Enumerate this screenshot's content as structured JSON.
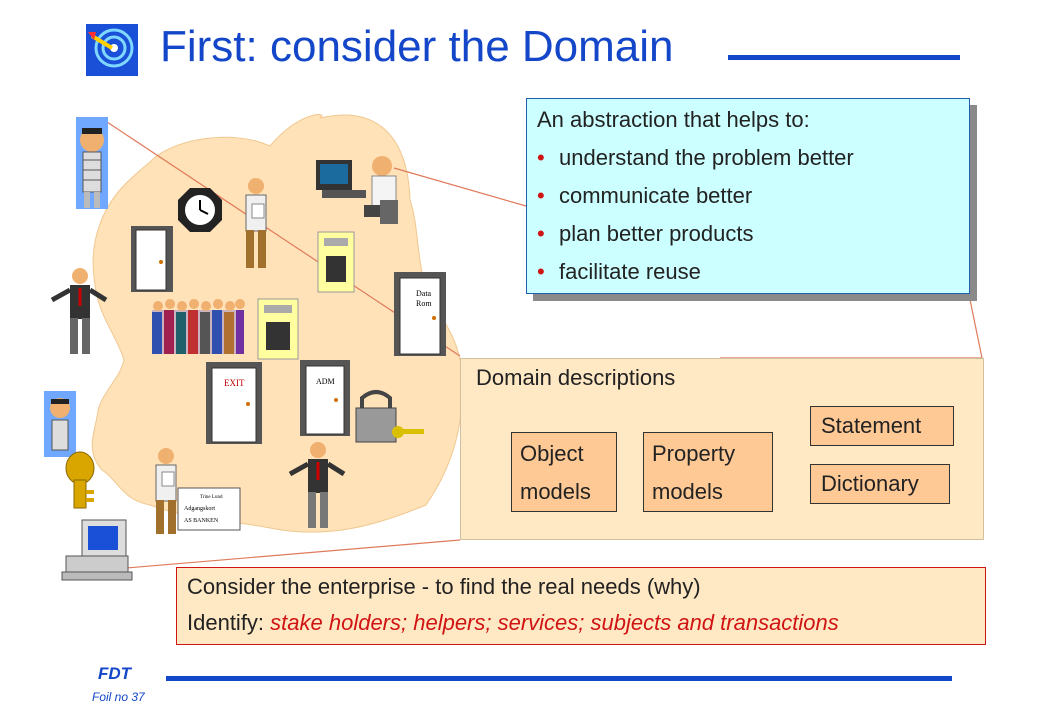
{
  "slide": {
    "title": "First: consider the Domain",
    "abstraction": {
      "heading": "An abstraction that helps to:",
      "bullets": [
        "understand the problem better",
        "communicate better",
        "plan better products",
        "facilitate reuse"
      ]
    },
    "domain": {
      "title": "Domain descriptions",
      "object_models": [
        "Object",
        "models"
      ],
      "property_models": [
        "Property",
        "models"
      ],
      "statement": "Statement",
      "dictionary": "Dictionary"
    },
    "enterprise": {
      "line1": "Consider the enterprise - to find the real needs (why)",
      "line2_prefix": "Identify: ",
      "line2_items": "stake holders; helpers; services; subjects and transactions"
    },
    "scene_labels": {
      "data_room": [
        "Data",
        "Rom"
      ],
      "exit": "EXIT",
      "adm": "ADM",
      "card": [
        "Trine Lund",
        "Adgangskort",
        "AS BANKEN"
      ]
    },
    "footer": {
      "org": "FDT",
      "foil": "Foil no 37"
    },
    "colors": {
      "title_blue": "#1346c8",
      "bullet_red": "#d01414",
      "cyan_box": "#ccffff",
      "peach_panel": "#ffe8c4",
      "orange_box": "#ffc995",
      "cloud": "#ffe2b8"
    }
  }
}
